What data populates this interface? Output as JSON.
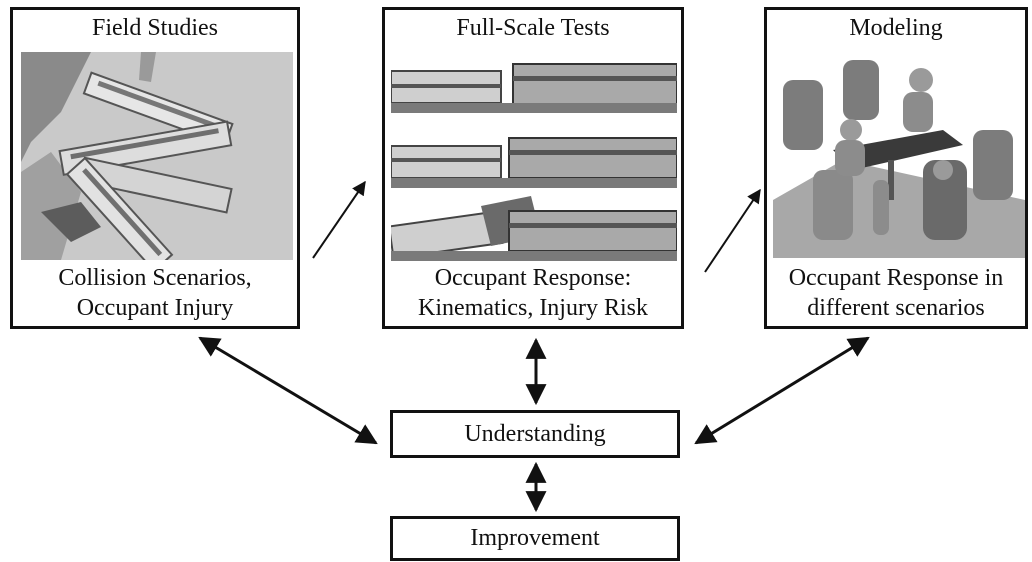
{
  "panels": {
    "field": {
      "title": "Field Studies",
      "caption_line1": "Collision Scenarios,",
      "caption_line2": "Occupant Injury"
    },
    "tests": {
      "title": "Full-Scale Tests",
      "caption_line1": "Occupant Response:",
      "caption_line2": "Kinematics, Injury Risk"
    },
    "modeling": {
      "title": "Modeling",
      "caption_line1": "Occupant Response in",
      "caption_line2": "different scenarios"
    }
  },
  "boxes": {
    "understanding": "Understanding",
    "improvement": "Improvement"
  },
  "colors": {
    "line": "#111111",
    "photo_gray": "#bdbdbd",
    "floor_gray": "#a8a8a8"
  }
}
